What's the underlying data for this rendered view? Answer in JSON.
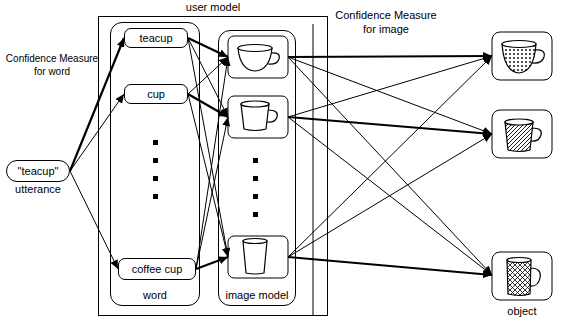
{
  "diagram": {
    "nodes": [
      {
        "text": [
          "\"teacup\"",
          "utterance"
        ]
      },
      {
        "text": [
          "user model"
        ]
      },
      {
        "text": [
          "word"
        ],
        "in": 1
      },
      {
        "text": [
          "teacup"
        ],
        "in": 2
      },
      {
        "text": [
          "cup"
        ],
        "in": 2
      },
      {
        "text": [
          "coffee cup"
        ],
        "in": 2
      },
      {
        "text": [
          "image model"
        ],
        "in": 1
      }
    ],
    "edges": [
      {
        "from": 0,
        "to": 3,
        "arrow": "to"
      },
      {
        "from": 0,
        "to": 4,
        "arrow": "to"
      },
      {
        "from": 0,
        "to": 5,
        "arrow": "to"
      }
    ],
    "labels": [
      "Confidence Measure for word",
      "Confidence Measure for image",
      "object"
    ]
  }
}
